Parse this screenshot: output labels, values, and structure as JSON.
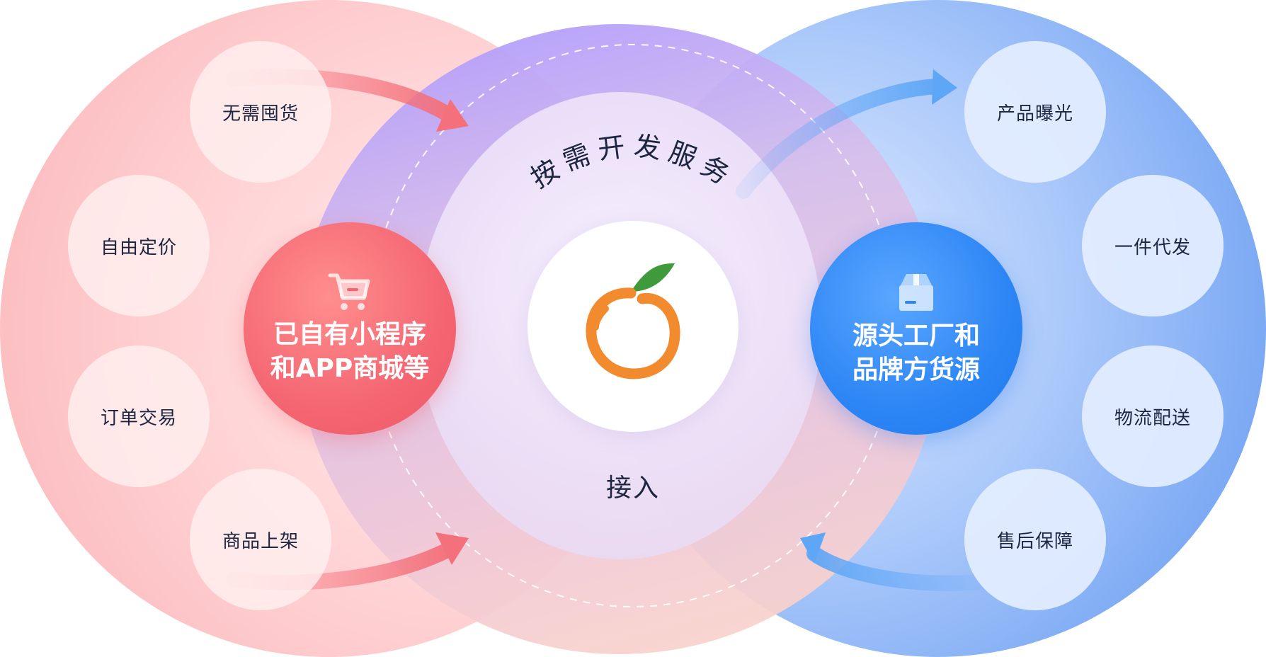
{
  "left_items": [
    "无需囤货",
    "自由定价",
    "订单交易",
    "商品上架"
  ],
  "right_items": [
    "产品曝光",
    "一件代发",
    "物流配送",
    "售后保障"
  ],
  "left_hub": {
    "line1": "已自有小程序",
    "line2": "和APP商城等"
  },
  "right_hub": {
    "line1": "源头工厂和",
    "line2": "品牌方货源"
  },
  "center": {
    "arc_text": "按需开发服务",
    "bottom_label": "接入"
  },
  "colors": {
    "left_hub": "#f46672",
    "right_hub": "#2d86f5",
    "logo_orange": "#f28a2e",
    "logo_leaf": "#3f9a3c",
    "left_arrow": "#f4707a",
    "right_arrow": "#5ea6f6"
  },
  "icons": {
    "left_hub": "shopping-cart-icon",
    "right_hub": "package-box-icon",
    "center": "orange-logo-icon"
  }
}
